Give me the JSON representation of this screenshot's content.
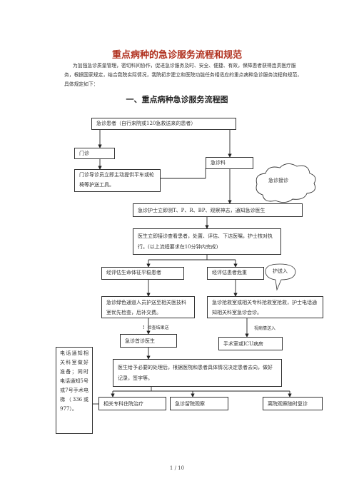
{
  "doc": {
    "title": "重点病种的急诊服务流程和规范",
    "intro": "为加强急诊质量管理，密切科间协作，促进急诊服务及时、安全、便捷、有效，保障患者获得连贯医疗服务，根据国家规定，结合我院实际情况，我院初步建立和医院功能任务相适应的重点病种急诊服务流程和规范，具体规定如下：",
    "section_heading": "一、重点病种急诊服务流程图",
    "footer": "1 / 10"
  },
  "flow": {
    "patient": "急诊患者（自行来院或120急救送来的患者）",
    "clinic": "门诊",
    "er": "急诊科",
    "clinic_guide": "门诊导诊员立即主动提供平车或轮椅等护送工具。",
    "er_receive": "急诊接诊",
    "nurse": "急诊护士立即测T、P、R、BP、观察神志，通知急诊医生",
    "doctor_exam": "医生立即接诊查看患者，处置、评估、下达医嘱，护士核对执行。(以上流程要求在10分钟内完成)",
    "stable": "经评估生命体征平稳患者",
    "critical": "经评估患者危重",
    "escort_in": "护送入",
    "green_channel": "急诊绿色通道人员护送至相关医技科室优先检查，后补交费。",
    "rescue": "急诊抢救室或相关专科抢救室抢救，护士电话通知相关科室急诊会诊。",
    "check_result": "检查结果送",
    "condition_to": "视病情送入",
    "first_doctor": "急诊首诊医生",
    "surgery_icu": "手术室或ICU病房",
    "side_note": "电话通知相关科室做好准备；同时电话通知5号或7号手术电梯（336或977）。",
    "decision": "医生给予必要的处理后，根据医院和患者具体情况决定患者去向，做好记录，签字等。",
    "ward": "相关专科住院治疗",
    "observe": "急诊留院观察",
    "leave": "离院观察随时复诊"
  }
}
